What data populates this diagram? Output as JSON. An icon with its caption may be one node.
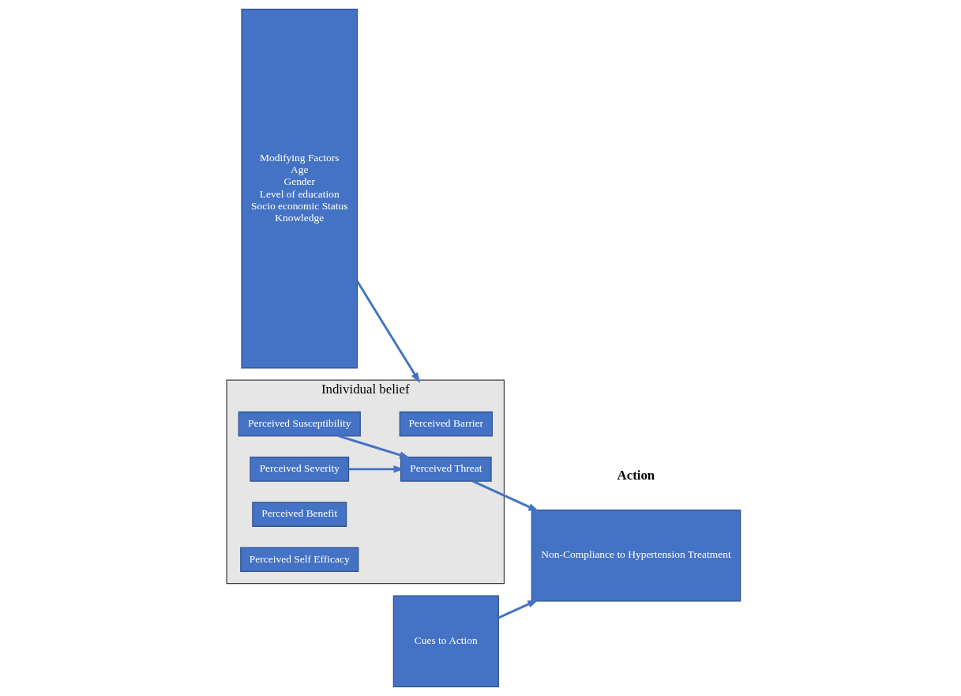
{
  "diagram": {
    "nodes": [
      {
        "text": [
          "Modifying Factors",
          "Age",
          "Gender",
          "Level of education",
          "Socio economic Status",
          "Knowledge"
        ]
      },
      {
        "text": [
          "Individual belief"
        ]
      },
      {
        "text": [
          "Perceived Susceptibility"
        ],
        "in": 1
      },
      {
        "text": [
          "Perceived Severity"
        ],
        "in": 1
      },
      {
        "text": [
          "Perceived Benefit"
        ],
        "in": 1
      },
      {
        "text": [
          "Perceived Barrier"
        ],
        "in": 1
      },
      {
        "text": [
          "Perceived Self Efficacy"
        ],
        "in": 1
      },
      {
        "text": [
          "Perceived Threat"
        ],
        "in": 1
      },
      {
        "text": [
          "Non-Compliance to Hypertension Treatment"
        ]
      },
      {
        "text": [
          "Cues to Action"
        ]
      }
    ],
    "edges": [
      {
        "from": 2,
        "to": 7,
        "arrow": "to"
      },
      {
        "from": 3,
        "to": 7,
        "arrow": "to"
      },
      {
        "from": 0,
        "to": 1,
        "arrow": "to"
      },
      {
        "from": 7,
        "to": 8,
        "arrow": "to"
      },
      {
        "from": 9,
        "to": 8,
        "arrow": "to"
      }
    ],
    "labels": [
      "Action"
    ]
  }
}
